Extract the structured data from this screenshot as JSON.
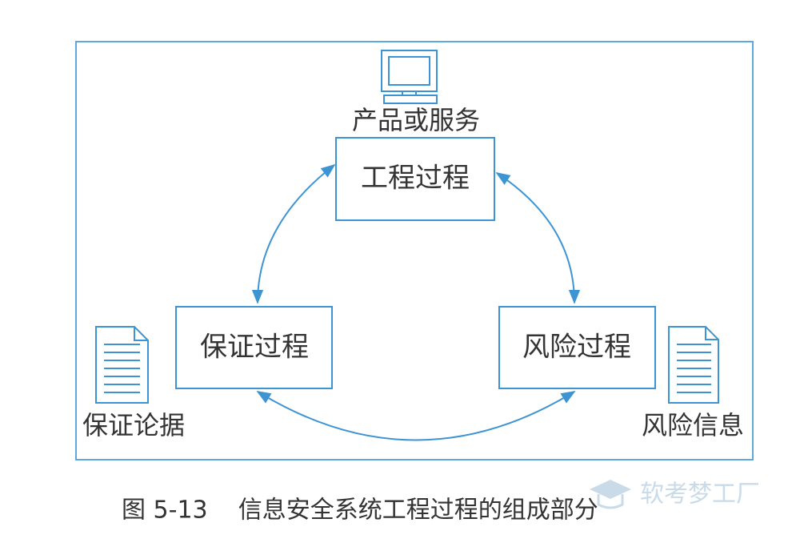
{
  "diagram": {
    "product_label": "产品或服务",
    "nodes": {
      "engineering": "工程过程",
      "assurance": "保证过程",
      "risk": "风险过程"
    },
    "assurance_doc_label": "保证论据",
    "risk_doc_label": "风险信息"
  },
  "caption": "图 5-13    信息安全系统工程过程的组成部分",
  "watermark": "软考梦工厂",
  "colors": {
    "accent": "#3d94d3",
    "frame": "#5fa8dc",
    "text": "#333333"
  },
  "icons": [
    "computer-icon",
    "document-icon",
    "document-icon",
    "graduation-cap-icon"
  ]
}
